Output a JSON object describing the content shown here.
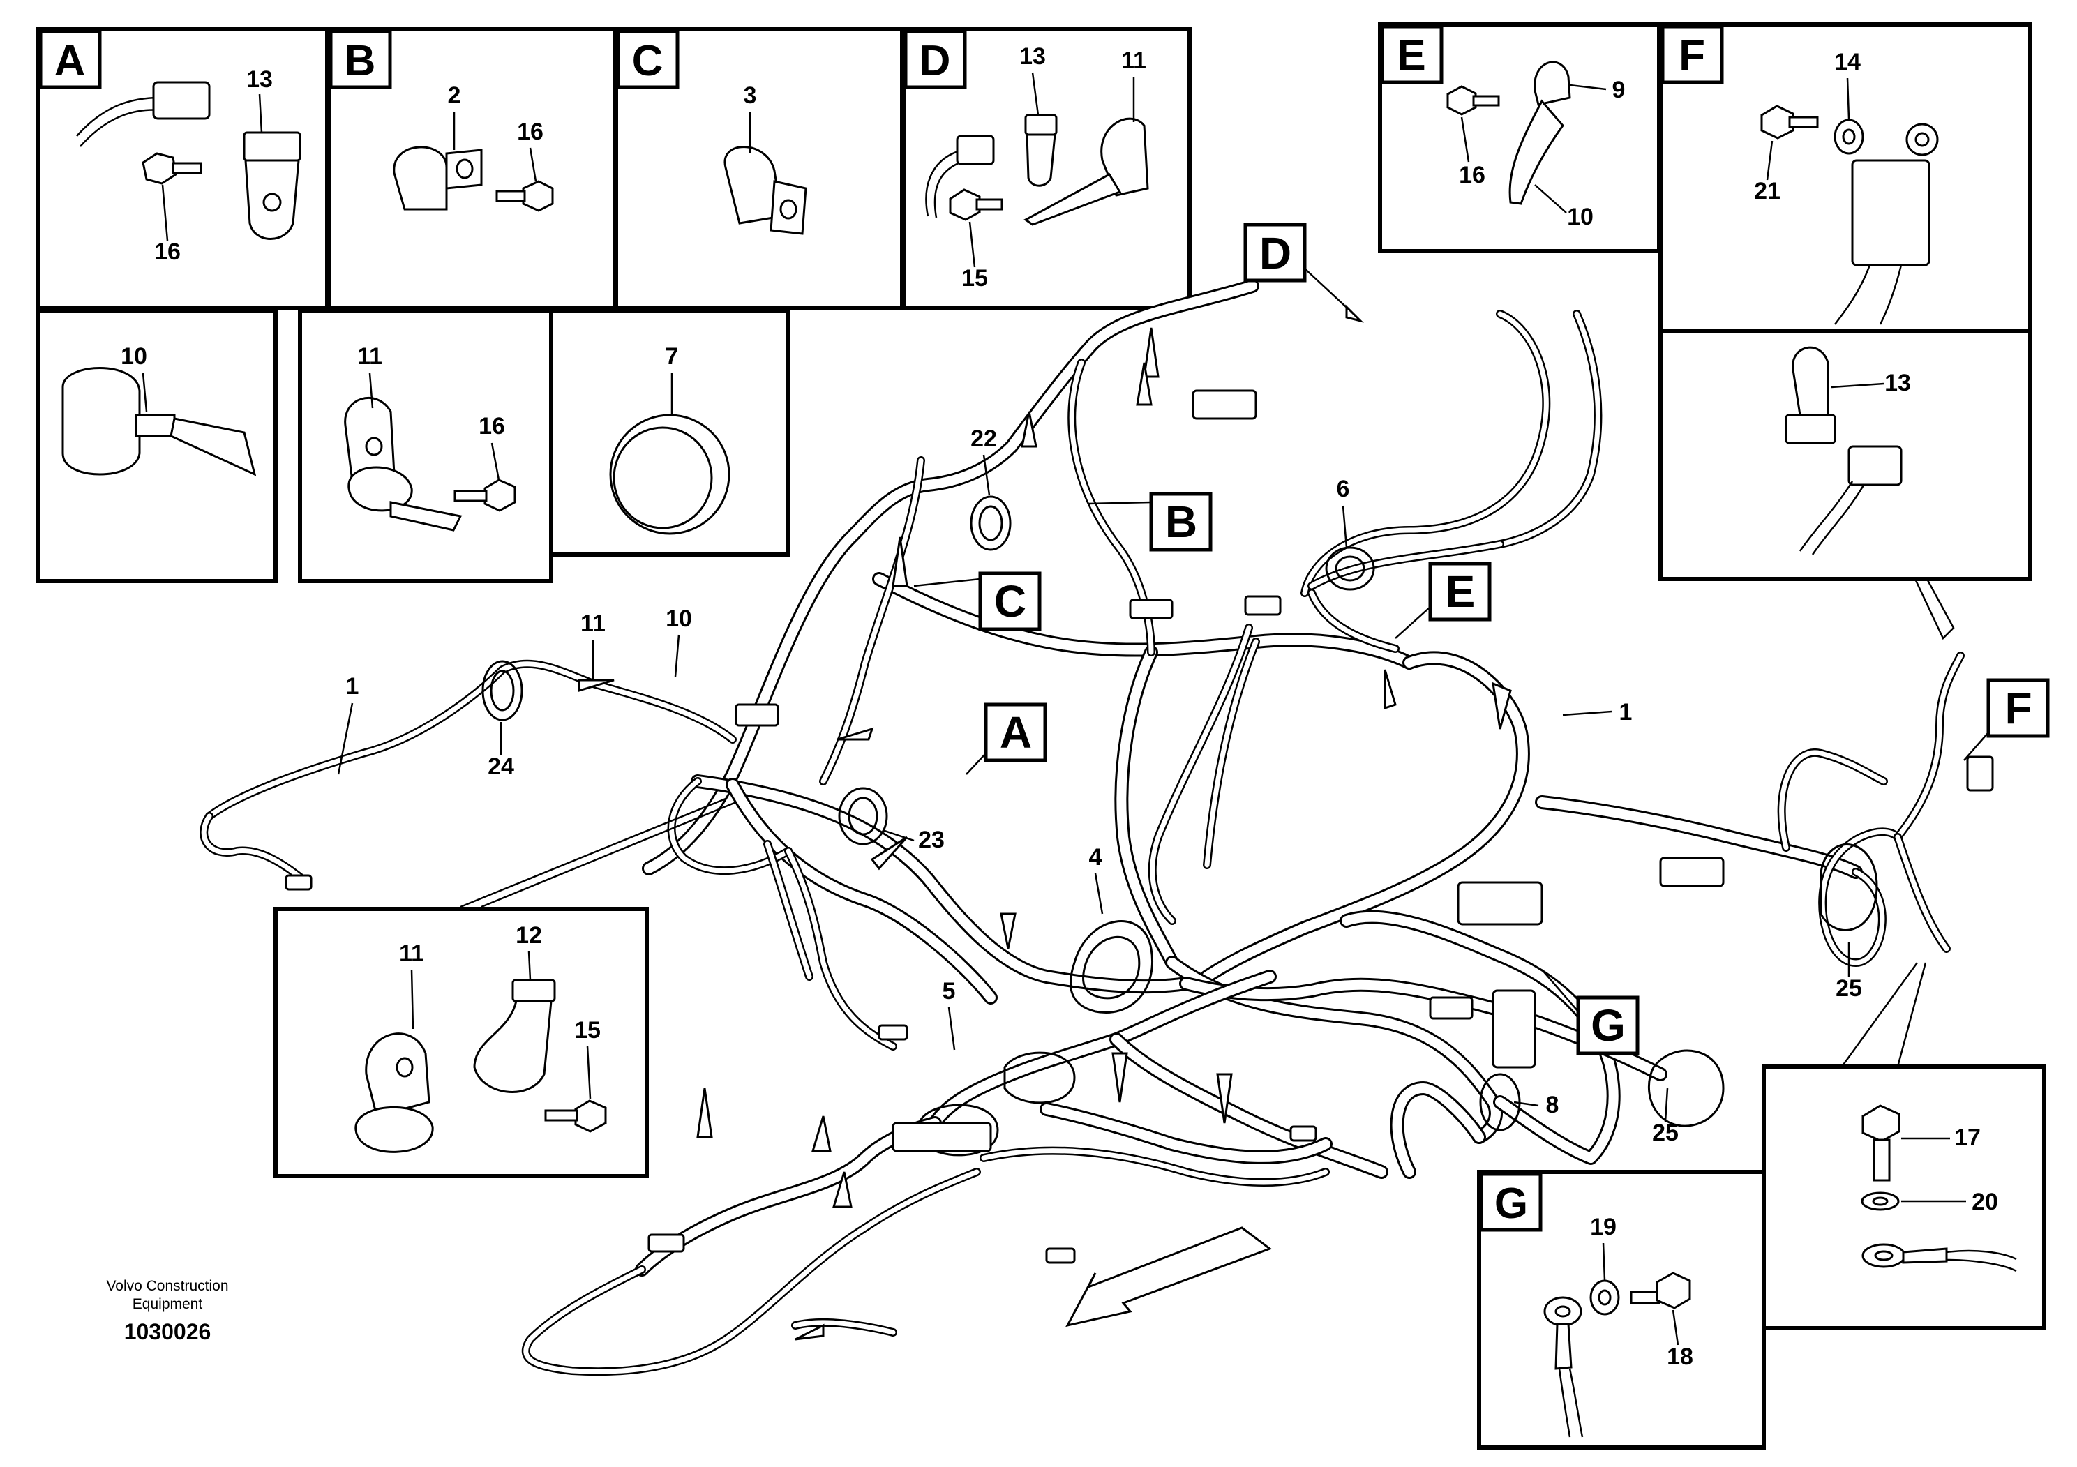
{
  "detail_panels": [
    {
      "letter": "A",
      "parts": [
        "13",
        "16"
      ]
    },
    {
      "letter": "B",
      "parts": [
        "2",
        "16"
      ]
    },
    {
      "letter": "C",
      "parts": [
        "3"
      ]
    },
    {
      "letter": "D",
      "parts": [
        "13",
        "11",
        "15"
      ]
    },
    {
      "letter": "E",
      "parts": [
        "9",
        "16",
        "10"
      ]
    },
    {
      "letter": "F",
      "parts": [
        "14",
        "21"
      ]
    },
    {
      "letter": "G",
      "parts": [
        "19",
        "18"
      ]
    }
  ],
  "single_part_panels": [
    {
      "part": "10"
    },
    {
      "part": "11",
      "extra": "16"
    },
    {
      "part": "7"
    },
    {
      "part": "13"
    },
    {
      "part": "11",
      "extra": [
        "12",
        "15"
      ]
    },
    {
      "parts": [
        "17",
        "20"
      ]
    }
  ],
  "main_labels": {
    "l1a": "1",
    "l1b": "1",
    "l24": "24",
    "l11": "11",
    "l10": "10",
    "l22": "22",
    "l23": "23",
    "l6": "6",
    "l4": "4",
    "l5": "5",
    "l8": "8",
    "l25a": "25",
    "l25b": "25"
  },
  "callouts": {
    "A": "A",
    "B": "B",
    "C": "C",
    "D": "D",
    "E": "E",
    "F": "F",
    "G": "G"
  },
  "caption": {
    "company_line1": "Volvo Construction",
    "company_line2": "Equipment",
    "drawing_id": "1030026"
  }
}
